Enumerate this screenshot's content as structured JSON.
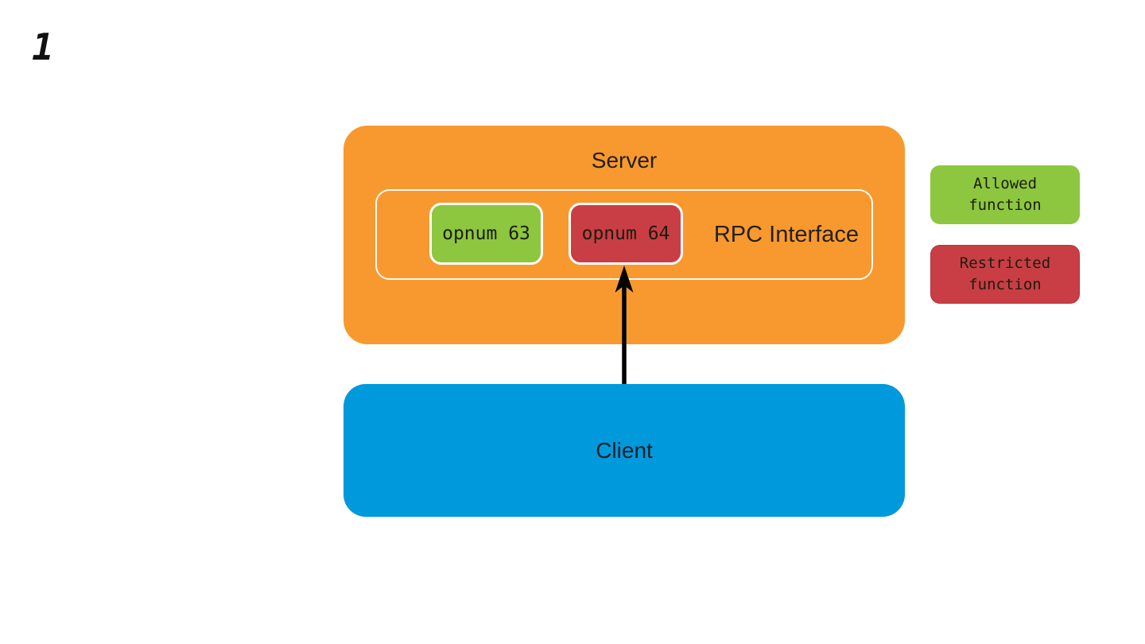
{
  "page": {
    "number": "1"
  },
  "diagram": {
    "server": {
      "label": "Server",
      "color": "#F8992F"
    },
    "rpc_interface": {
      "label": "RPC Interface"
    },
    "functions": [
      {
        "label": "opnum 63",
        "status": "allowed",
        "color": "#8DC63F"
      },
      {
        "label": "opnum 64",
        "status": "restricted",
        "color": "#C93E45"
      }
    ],
    "client": {
      "label": "Client",
      "color": "#009ADC"
    },
    "arrow": {
      "from": "Client",
      "to": "opnum 64",
      "color": "#000000"
    }
  },
  "legend": [
    {
      "label": "Allowed\nfunction",
      "color": "#8DC63F"
    },
    {
      "label": "Restricted\nfunction",
      "color": "#C93E45"
    }
  ]
}
